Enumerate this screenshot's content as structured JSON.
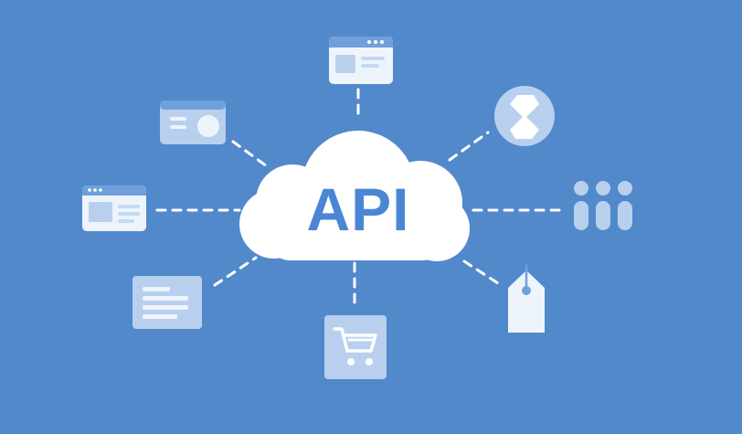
{
  "diagram": {
    "center_label": "API",
    "colors": {
      "background": "#5289cb",
      "cloud": "#ffffff",
      "api_text": "#4a86d4",
      "icon_tile": "#d8e6f7",
      "icon_tile_soft": "#b8d0ee",
      "icon_accent": "#6fa0dc",
      "connector": "#ffffff"
    },
    "nodes": [
      {
        "id": "browser-window-top",
        "icon": "browser-window-icon"
      },
      {
        "id": "profile-card",
        "icon": "profile-card-icon"
      },
      {
        "id": "browser-window-left",
        "icon": "browser-window-icon"
      },
      {
        "id": "document",
        "icon": "document-lines-icon"
      },
      {
        "id": "shopping-cart",
        "icon": "shopping-cart-icon"
      },
      {
        "id": "price-tag",
        "icon": "price-tag-icon"
      },
      {
        "id": "people-group",
        "icon": "people-group-icon"
      },
      {
        "id": "app-logo",
        "icon": "app-logo-icon"
      }
    ]
  }
}
